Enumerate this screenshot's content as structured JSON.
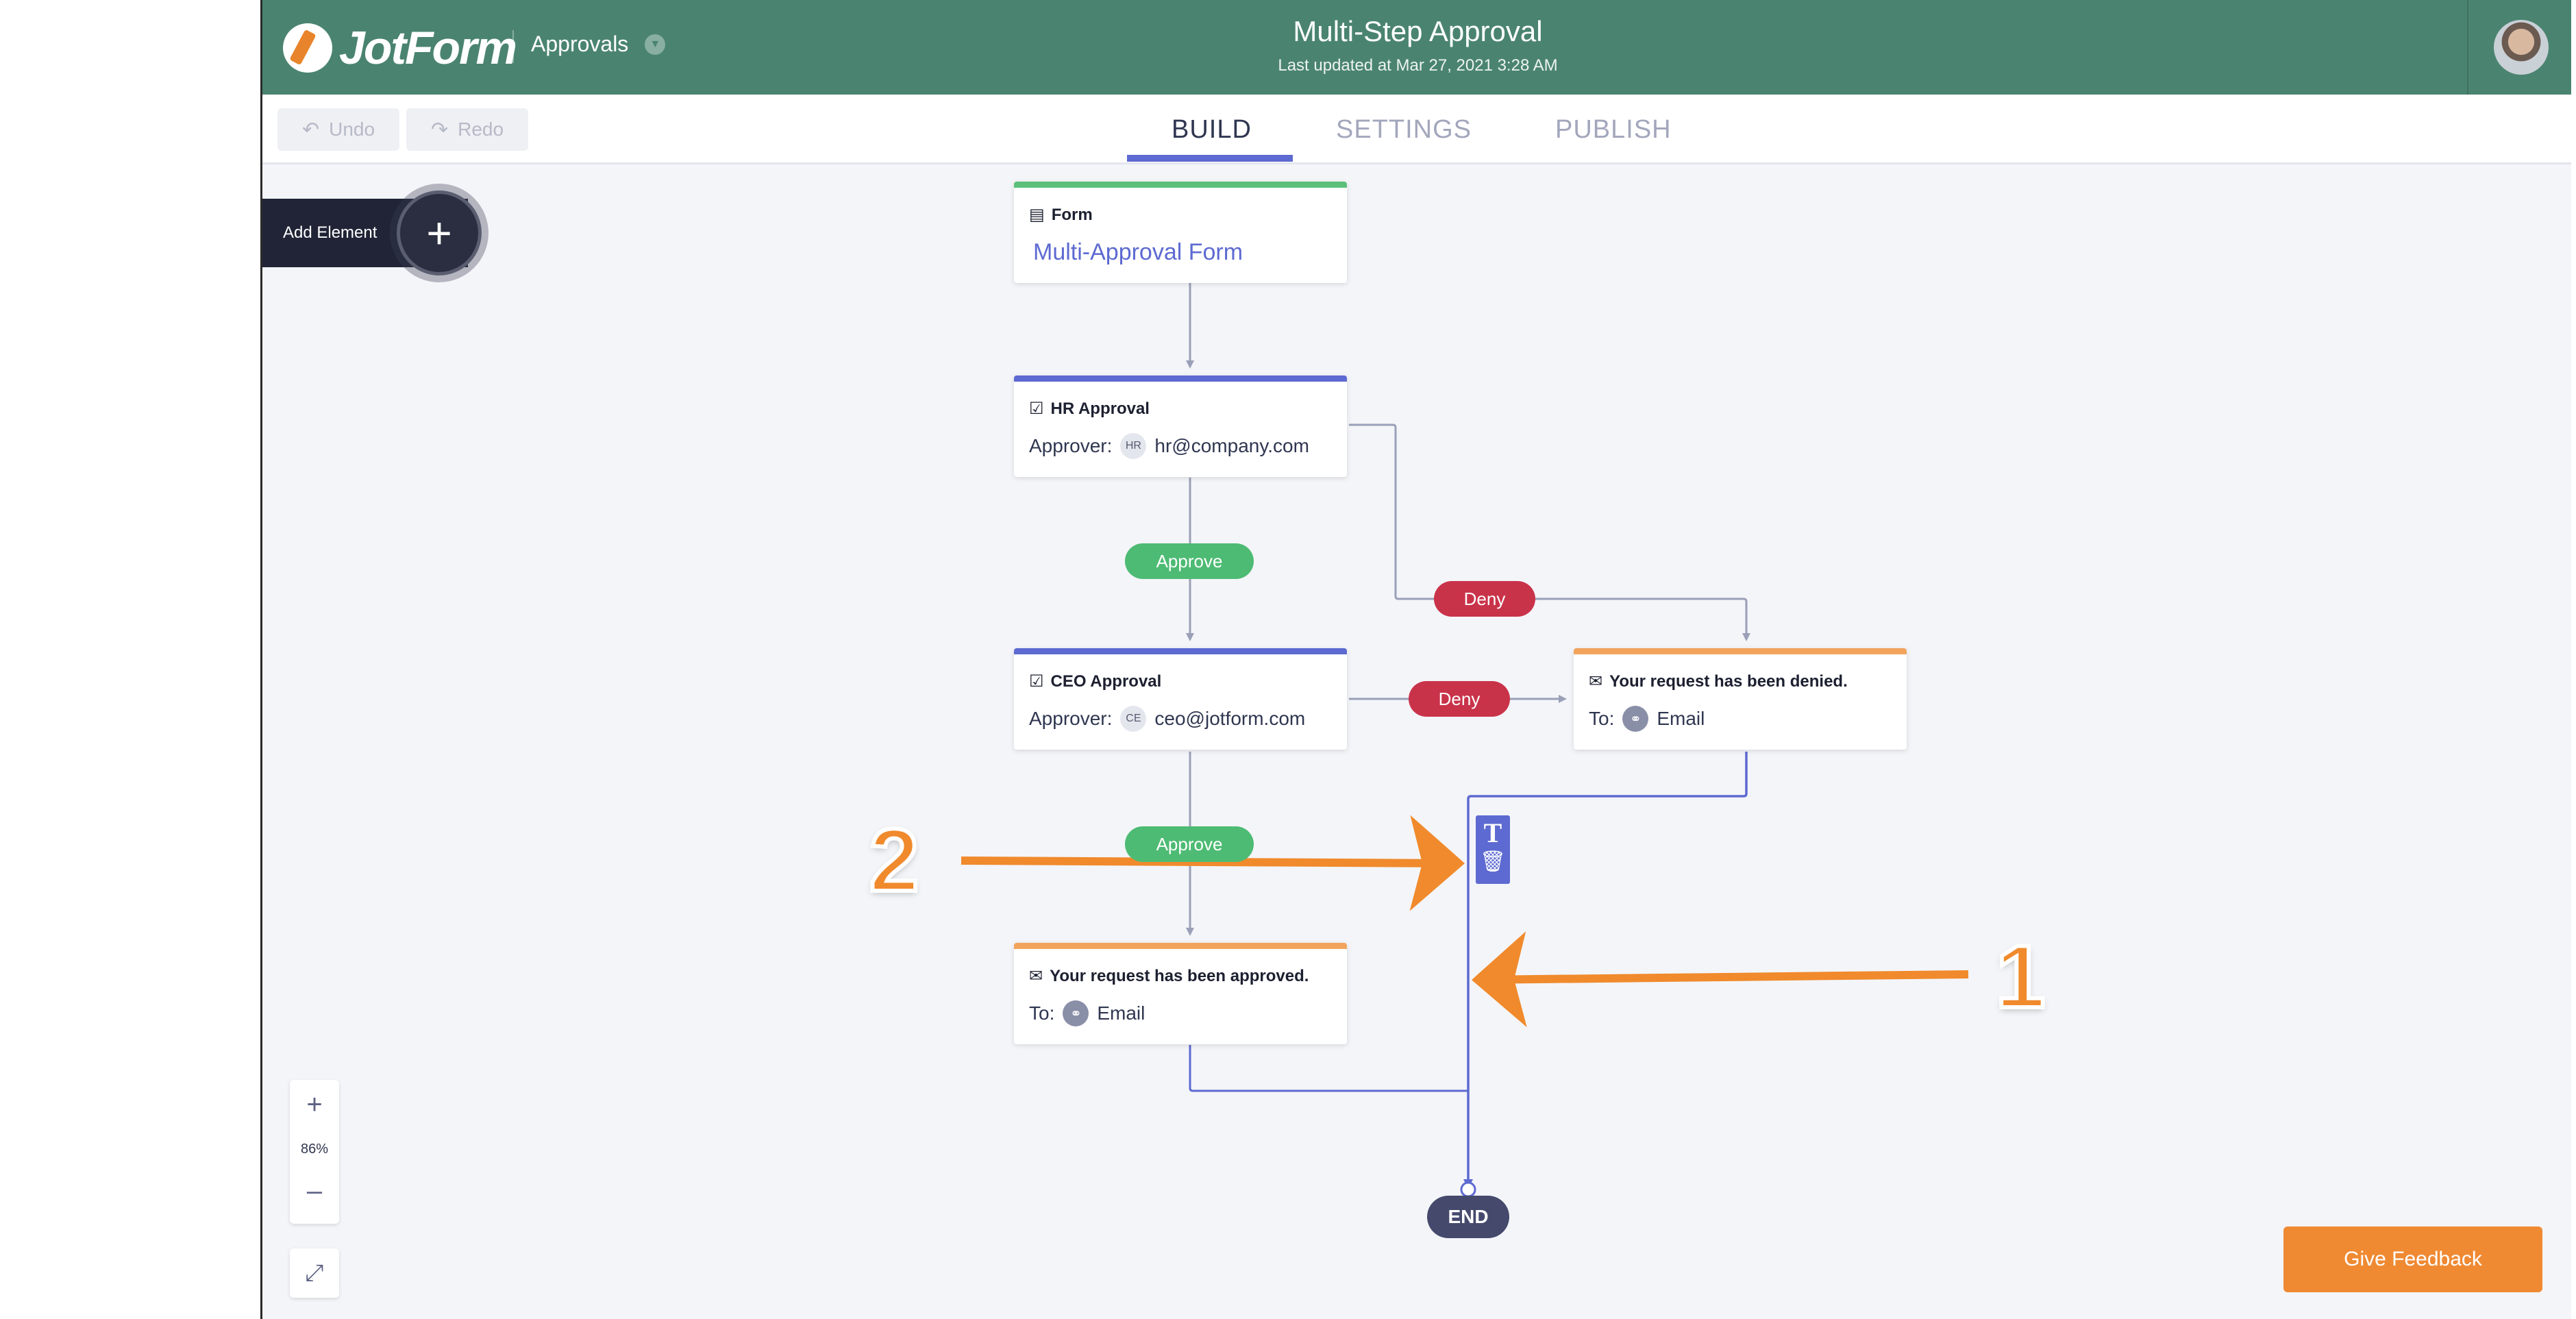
{
  "header": {
    "logo_text": "JotForm",
    "app_switcher_label": "Approvals",
    "title": "Multi-Step Approval",
    "subtitle": "Last updated at Mar 27, 2021 3:28 AM"
  },
  "toolbar": {
    "undo_label": "Undo",
    "redo_label": "Redo",
    "tabs": [
      {
        "label": "BUILD",
        "active": true
      },
      {
        "label": "SETTINGS",
        "active": false
      },
      {
        "label": "PUBLISH",
        "active": false
      }
    ]
  },
  "add_element": {
    "label": "Add Element"
  },
  "flow": {
    "form_card": {
      "heading": "Form",
      "link": "Multi-Approval Form"
    },
    "hr_card": {
      "heading": "HR Approval",
      "approver_label": "Approver:",
      "badge": "HR",
      "email": "hr@company.com"
    },
    "ceo_card": {
      "heading": "CEO Approval",
      "approver_label": "Approver:",
      "badge": "CE",
      "email": "ceo@jotform.com"
    },
    "denied_card": {
      "heading": "Your request has been denied.",
      "to_label": "To:",
      "recipient": "Email"
    },
    "approved_card": {
      "heading": "Your request has been approved.",
      "to_label": "To:",
      "recipient": "Email"
    },
    "pills": {
      "approve_1": "Approve",
      "deny_1": "Deny",
      "deny_2": "Deny",
      "approve_2": "Approve"
    },
    "end_label": "END",
    "edge_tool": {
      "text_icon": "T",
      "delete_icon": "trash-icon"
    }
  },
  "annotations": {
    "one": "1",
    "two": "2"
  },
  "zoom": {
    "plus": "+",
    "level": "86%",
    "minus": "–"
  },
  "feedback_label": "Give Feedback",
  "colors": {
    "header_green": "#4a8470",
    "accent_blue": "#5d6ad1",
    "approve_green": "#4dbb73",
    "deny_red": "#c9334a",
    "email_orange": "#f2a45c",
    "form_green": "#5cc07a",
    "feedback_orange": "#ef8a33"
  }
}
